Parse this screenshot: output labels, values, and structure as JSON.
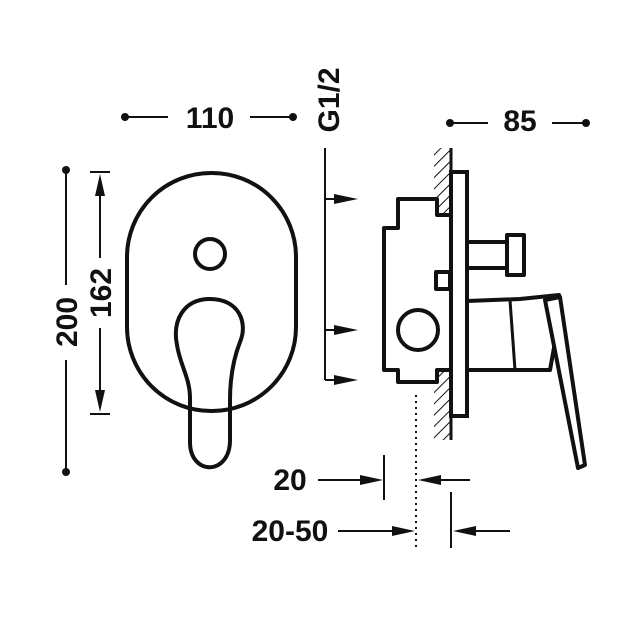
{
  "dimensions": {
    "width": "110",
    "depth": "85",
    "thread": "G1/2",
    "height_total": "200",
    "height_inner": "162",
    "offset": "20",
    "offset_range": "20-50"
  },
  "colors": {
    "line": "#111111",
    "background": "#ffffff"
  }
}
